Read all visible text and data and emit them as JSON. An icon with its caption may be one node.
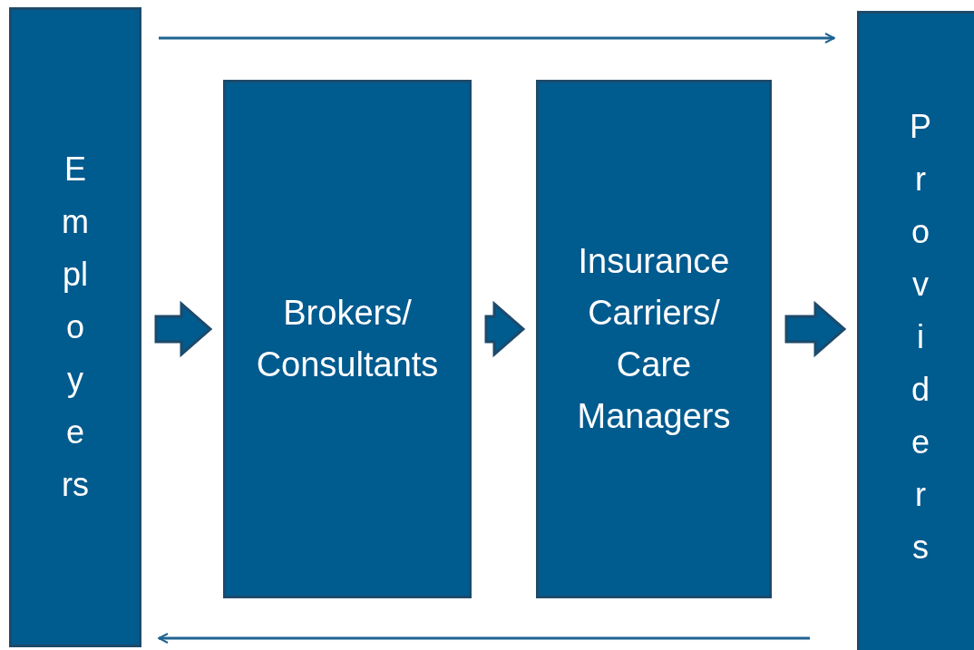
{
  "diagram": {
    "nodes": [
      {
        "text": [
          "Employers"
        ]
      },
      {
        "text": [
          "Brokers/ Consultants"
        ]
      },
      {
        "text": [
          "Insurance Carriers/ Care Managers"
        ]
      },
      {
        "text": [
          "Providers"
        ]
      }
    ],
    "edges": [
      {
        "from": 0,
        "to": 3,
        "arrow": "to"
      },
      {
        "from": 3,
        "to": 0,
        "arrow": "to"
      },
      {
        "from": 0,
        "to": 1,
        "arrow": "to",
        "style": "thick"
      },
      {
        "from": 1,
        "to": 2,
        "arrow": "to",
        "style": "thick"
      },
      {
        "from": 2,
        "to": 3,
        "arrow": "to",
        "style": "thick"
      }
    ]
  }
}
